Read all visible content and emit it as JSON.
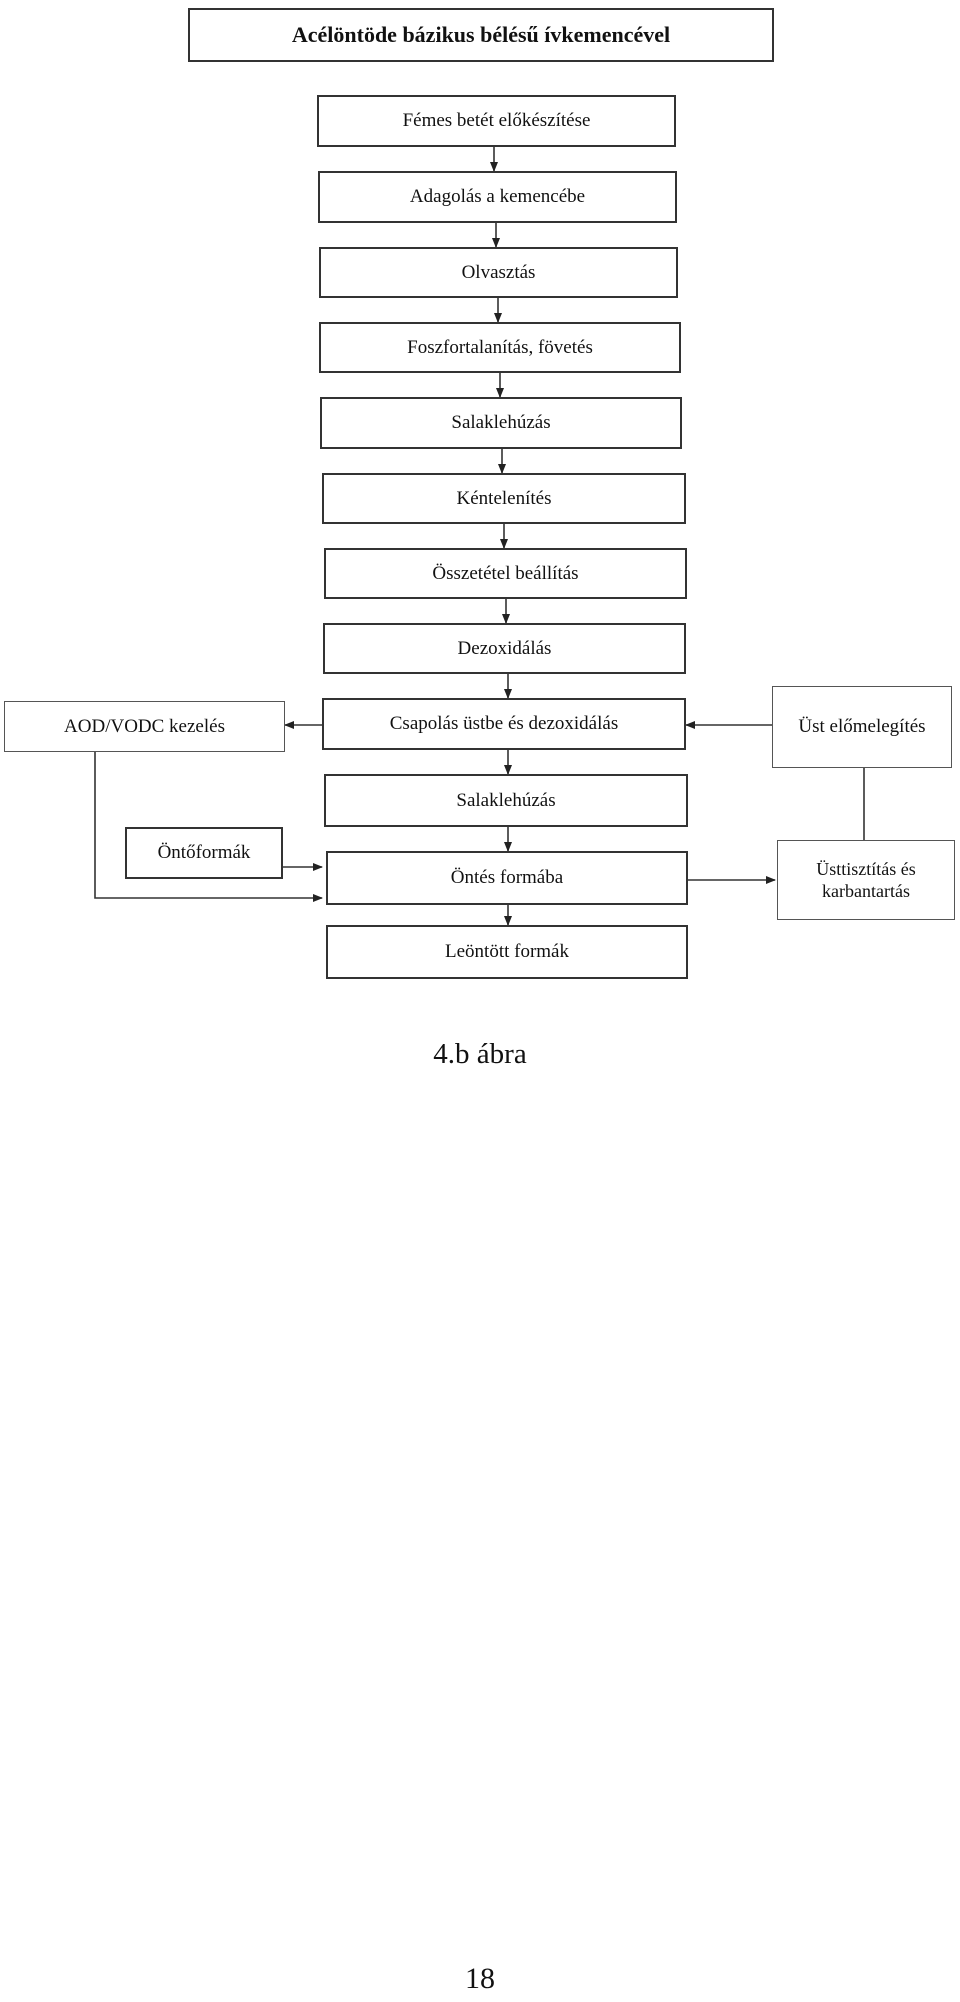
{
  "diagram": {
    "title": "Acélöntöde bázikus bélésű ívkemencével",
    "steps": [
      "Fémes betét előkészítése",
      "Adagolás a kemencébe",
      "Olvasztás",
      "Foszfortalanítás, fövetés",
      "Salaklehúzás",
      "Kéntelenítés",
      "Összetétel beállítás",
      "Dezoxidálás",
      "Csapolás üstbe és dezoxidálás",
      "Salaklehúzás",
      "Öntés formába",
      "Leöntött formák"
    ],
    "side": {
      "aod": "AOD/VODC kezelés",
      "molds": "Öntőformák",
      "ladle_preheat": "Üst előmelegítés",
      "ladle_cleaning": "Üsttisztítás és karbantartás"
    }
  },
  "caption": "4.b ábra",
  "page_number": "18"
}
